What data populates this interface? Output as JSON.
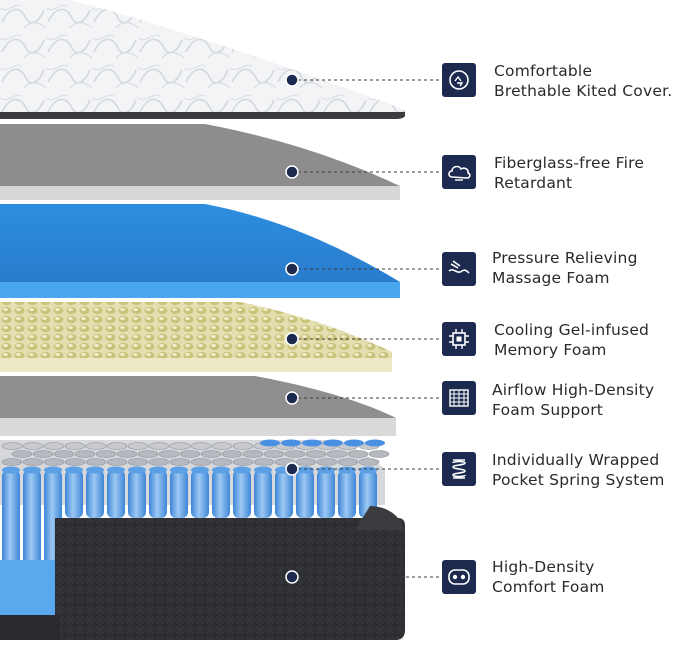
{
  "layers": [
    {
      "id": "cover",
      "label": "Comfortable\nBrethable Kited Cover.",
      "icon": "recycle-cover-icon"
    },
    {
      "id": "fire",
      "label": "Fiberglass-free Fire\nRetardant",
      "icon": "cloud-shield-icon"
    },
    {
      "id": "pressure",
      "label": "Pressure Relieving\nMassage Foam",
      "icon": "hand-wave-icon"
    },
    {
      "id": "gel",
      "label": "Cooling Gel-infused\nMemory Foam",
      "icon": "chip-icon"
    },
    {
      "id": "airflow",
      "label": "Airflow High-Density\nFoam Support",
      "icon": "mesh-icon"
    },
    {
      "id": "spring",
      "label": "Individually Wrapped\nPocket Spring System",
      "icon": "coil-spring-icon"
    },
    {
      "id": "base",
      "label": "High-Density\nComfort Foam",
      "icon": "foam-block-icon"
    }
  ],
  "colors": {
    "navy": "#1b2a4e",
    "blue_foam": "#2f8fdc",
    "gel_foam": "#e7e3b8",
    "grey_layer": "#9a9a9a",
    "spring_blue": "#6aa8e8",
    "base_dark": "#2d2f33"
  }
}
